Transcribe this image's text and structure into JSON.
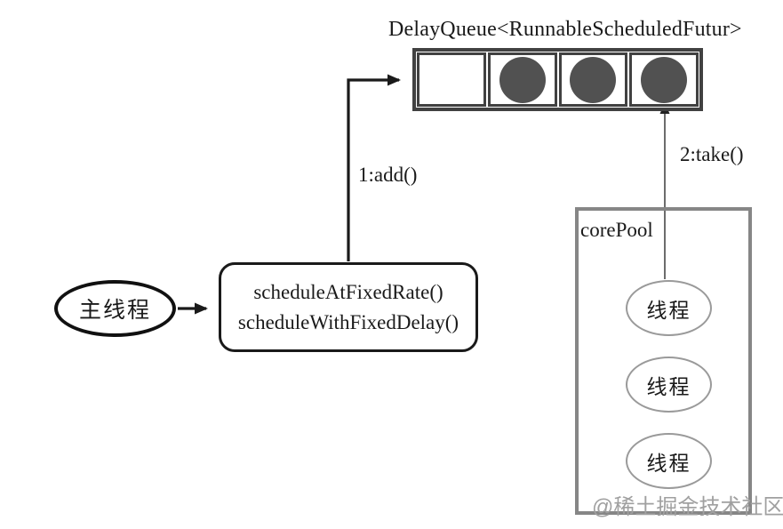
{
  "diagram": {
    "title": "DelayQueue<RunnableScheduledFutur>",
    "main_thread_label": "主线程",
    "schedule_box": {
      "line1": "scheduleAtFixedRate()",
      "line2": "scheduleWithFixedDelay()"
    },
    "queue": {
      "cells": [
        {
          "filled": false
        },
        {
          "filled": true
        },
        {
          "filled": true
        },
        {
          "filled": true
        }
      ]
    },
    "edges": {
      "add_label": "1:add()",
      "take_label": "2:take()"
    },
    "corepool": {
      "label": "corePool",
      "threads": [
        "线程",
        "线程",
        "线程"
      ]
    },
    "watermark": "@稀土掘金技术社区",
    "colors": {
      "ink": "#1a1a1a",
      "queue-border": "#414141",
      "task-fill": "#515151",
      "pool-border": "#868686",
      "thread-border": "#9a9a9a",
      "watermark": "#a0a0a0"
    }
  }
}
